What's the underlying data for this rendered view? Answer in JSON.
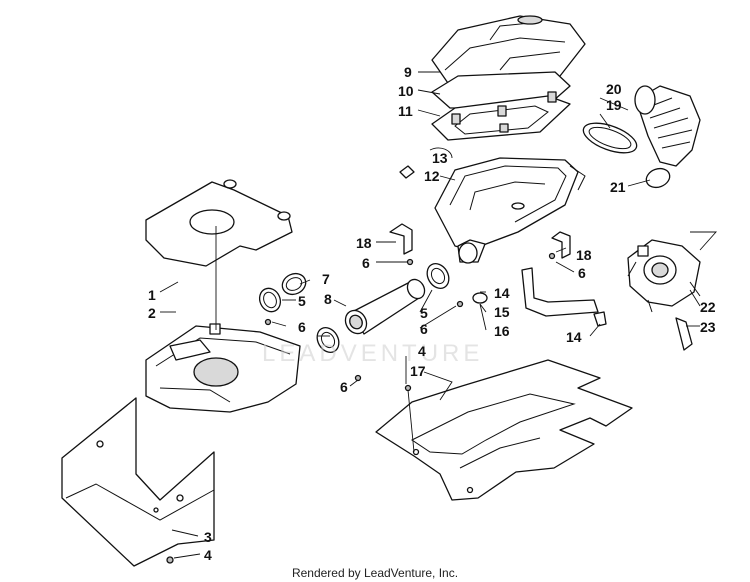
{
  "watermark": "LEADVENTURE",
  "footer": "Rendered by LeadVenture, Inc.",
  "callouts": {
    "n1": "1",
    "n2": "2",
    "n3": "3",
    "n4a": "4",
    "n4b": "4",
    "n5a": "5",
    "n5b": "5",
    "n6a": "6",
    "n6b": "6",
    "n6c": "6",
    "n6d": "6",
    "n6e": "6",
    "n7": "7",
    "n8": "8",
    "n9": "9",
    "n10": "10",
    "n11": "11",
    "n12": "12",
    "n13": "13",
    "n14a": "14",
    "n14b": "14",
    "n15": "15",
    "n16": "16",
    "n17": "17",
    "n18a": "18",
    "n18b": "18",
    "n19": "19",
    "n20": "20",
    "n21": "21",
    "n22": "22",
    "n23": "23"
  }
}
